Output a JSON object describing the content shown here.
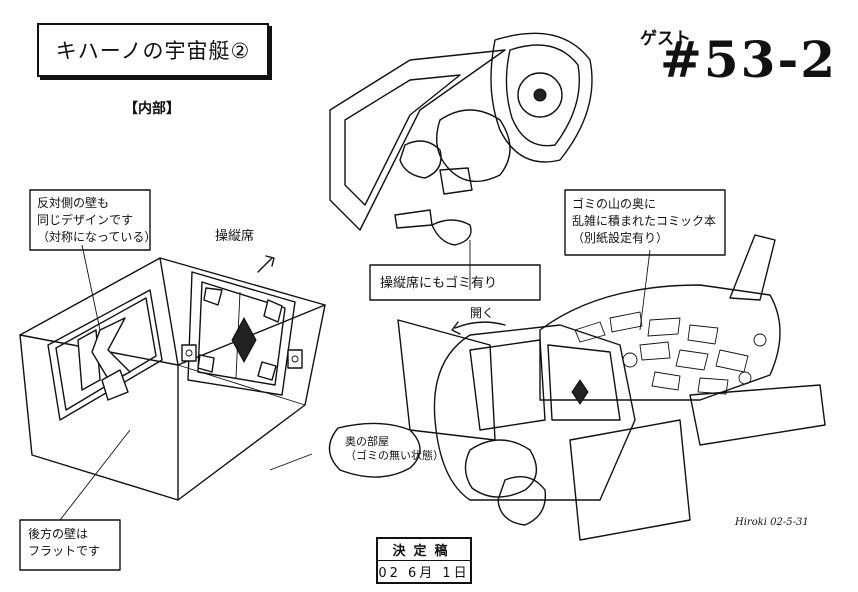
{
  "sheet": {
    "title": "キハーノの宇宙艇②",
    "section": "【内部】",
    "guest_label": "ゲスト",
    "episode": "#53-2"
  },
  "notes": {
    "wall_same": "反対側の壁も\n同じデザインです\n（対称になっている）",
    "cockpit_dir": "操縦席",
    "cockpit_trash": "操縦席にもゴミ有り",
    "comic_pile": "ゴミの山の奥に\n乱雑に積まれたコミック本\n（別紙設定有り）",
    "opens": "開く",
    "back_room": "奥の部屋\n（ゴミの無い状態）",
    "rear_wall": "後方の壁は\nフラットです"
  },
  "stamp": {
    "status": "決定稿",
    "date": "02 6月 1日"
  },
  "signature": "Hiroki 02-5-31"
}
